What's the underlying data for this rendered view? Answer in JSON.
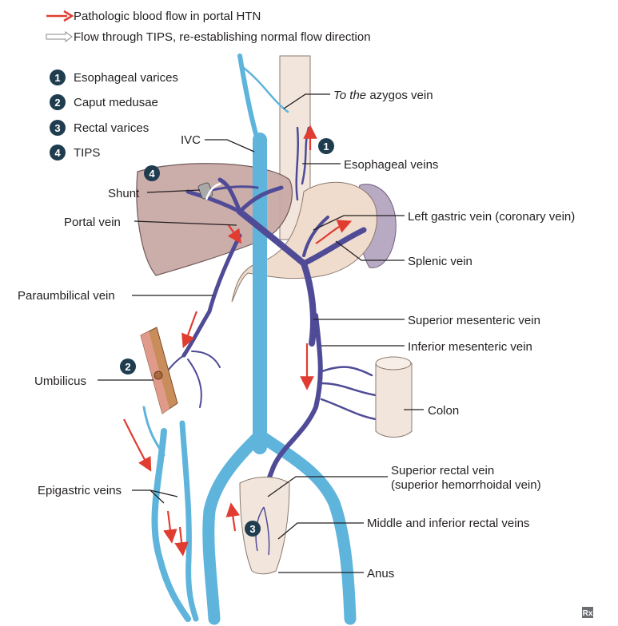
{
  "legend": {
    "red_arrow_text": "Pathologic blood flow in portal HTN",
    "white_arrow_text": "Flow through TIPS, re-establishing normal flow direction"
  },
  "numbered": [
    {
      "num": "1",
      "label": "Esophageal varices"
    },
    {
      "num": "2",
      "label": "Caput medusae"
    },
    {
      "num": "3",
      "label": "Rectal varices"
    },
    {
      "num": "4",
      "label": "TIPS"
    }
  ],
  "labels": {
    "azygos_prefix": "To the",
    "azygos_rest": " azygos vein",
    "ivc": "IVC",
    "esophageal_veins": "Esophageal veins",
    "shunt": "Shunt",
    "portal_vein": "Portal vein",
    "left_gastric": "Left gastric vein (coronary vein)",
    "splenic": "Splenic vein",
    "paraumbilical": "Paraumbilical vein",
    "sup_mesenteric": "Superior mesenteric vein",
    "inf_mesenteric": "Inferior mesenteric vein",
    "umbilicus": "Umbilicus",
    "colon": "Colon",
    "sup_rectal_1": "Superior rectal vein",
    "sup_rectal_2": "(superior hemorrhoidal vein)",
    "epigastric": "Epigastric veins",
    "mid_inf_rectal": "Middle and inferior rectal veins",
    "anus": "Anus",
    "markers": {
      "esophageal": "1",
      "umbilicus": "2",
      "rectal": "3",
      "tips": "4"
    },
    "logo": "Rx"
  },
  "colors": {
    "systemic_vein": "#5fb4dc",
    "portal_vein": "#4f4b97",
    "pathologic_arrow": "#e03c31",
    "marker": "#1f3d4f"
  }
}
